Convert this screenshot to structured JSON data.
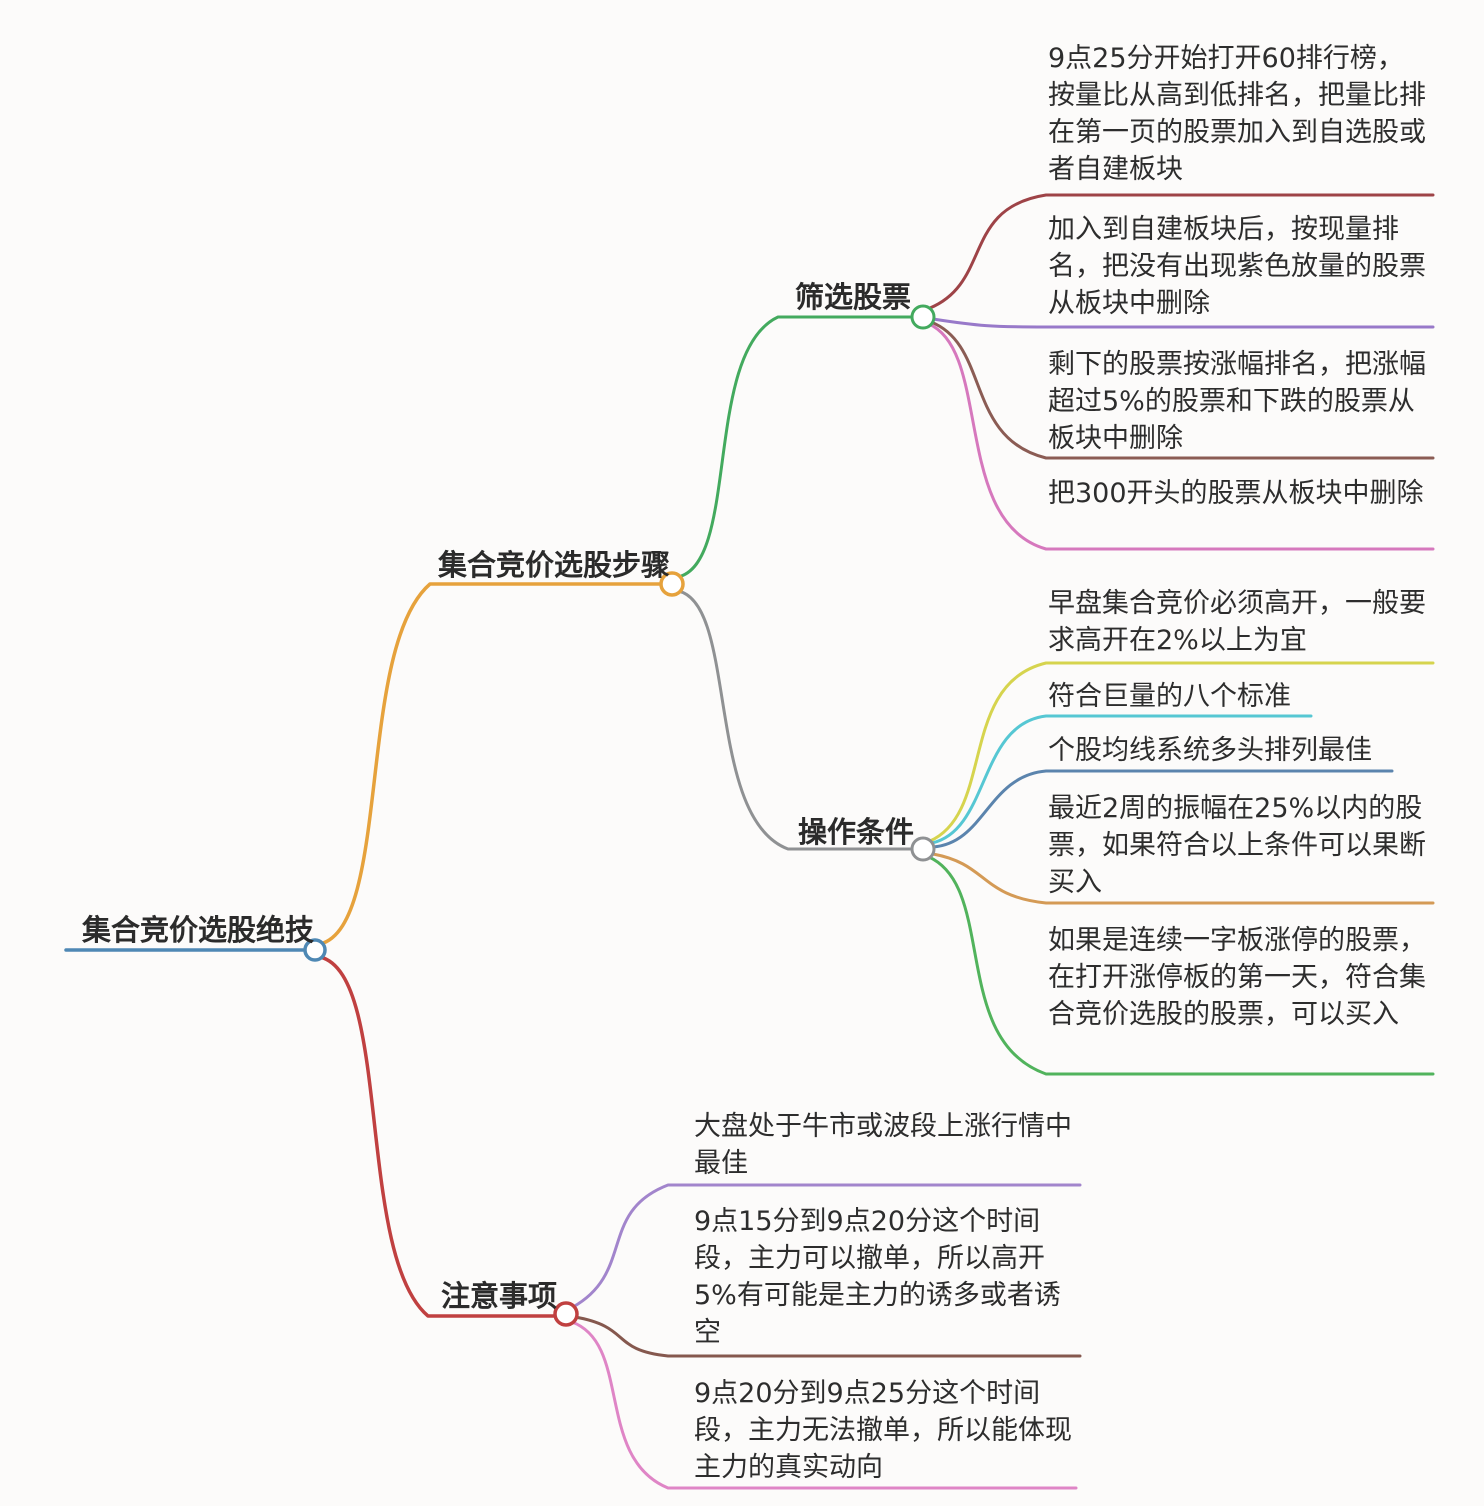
{
  "mindmap": {
    "root": "集合竞价选股绝技",
    "branch_steps": "集合竞价选股步骤",
    "branch_notes": "注意事项",
    "node_filter": "筛选股票",
    "node_conditions": "操作条件",
    "filter_leaves": [
      "9点25分开始打开60排行榜，按量比从高到低排名，把量比排在第一页的股票加入到自选股或者自建板块",
      "加入到自建板块后，按现量排名，把没有出现紫色放量的股票从板块中删除",
      "剩下的股票按涨幅排名，把涨幅超过5%的股票和下跌的股票从板块中删除",
      "把300开头的股票从板块中删除"
    ],
    "condition_leaves": [
      "早盘集合竞价必须高开，一般要求高开在2%以上为宜",
      "符合巨量的八个标准",
      "个股均线系统多头排列最佳",
      "最近2周的振幅在25%以内的股票，如果符合以上条件可以果断买入",
      "如果是连续一字板涨停的股票，在打开涨停板的第一天，符合集合竞价选股的股票，可以买入"
    ],
    "note_leaves": [
      "大盘处于牛市或波段上涨行情中最佳",
      "9点15分到9点20分这个时间段，主力可以撤单，所以高开5%有可能是主力的诱多或者诱空",
      "9点20分到9点25分这个时间段，主力无法撤单，所以能体现主力的真实动向"
    ]
  },
  "colors": {
    "background": "#fcfbfa",
    "text": "#2d2d2d",
    "root": "#4e88b4",
    "steps": "#e6a23c",
    "notes": "#c04040",
    "filter": "#43aa5e",
    "conditions": "#8f9193",
    "filter_leaves": [
      "#9e4347",
      "#9879c9",
      "#8b5c54",
      "#d678bd"
    ],
    "condition_leaves": [
      "#d6d44e",
      "#56c7d3",
      "#5b84ad",
      "#d49a55",
      "#51b35c"
    ],
    "note_leaves": [
      "#a285cc",
      "#85584e",
      "#df85c6"
    ]
  }
}
